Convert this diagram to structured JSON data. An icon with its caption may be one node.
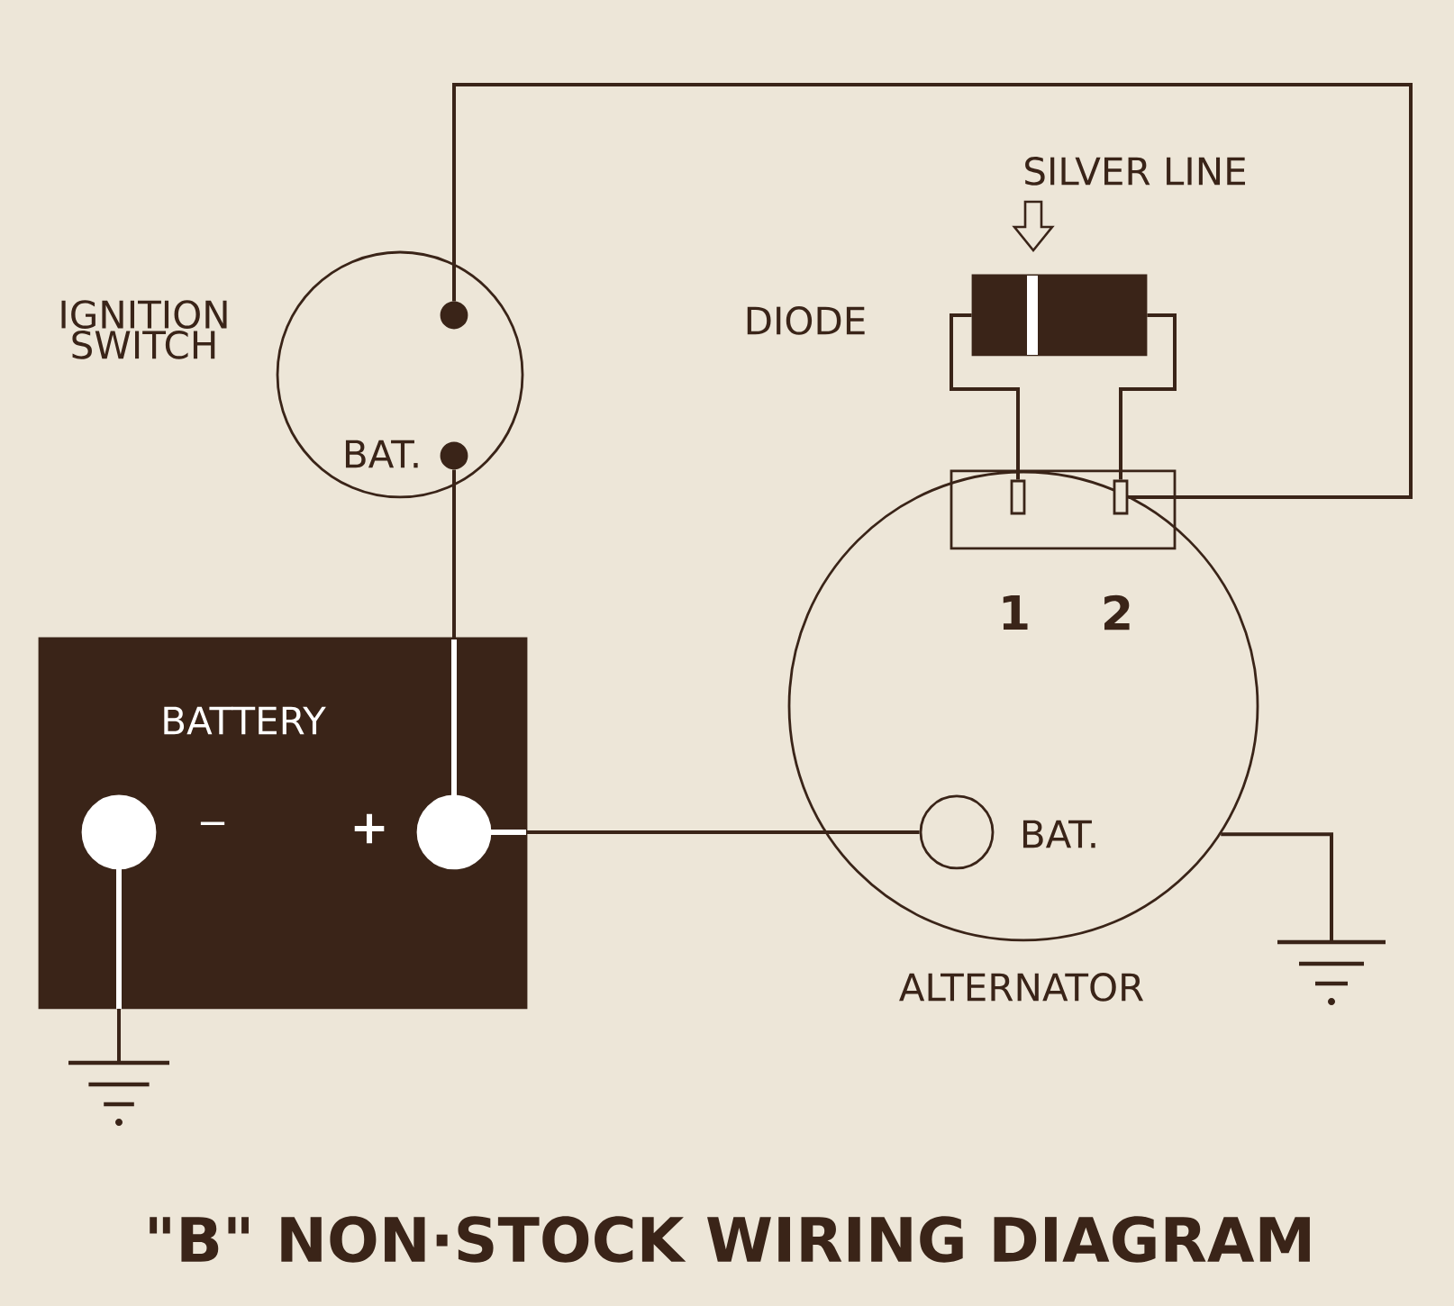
{
  "diagram": {
    "caption": "\"B\" NON·STOCK WIRING DIAGRAM",
    "nodes": [
      {
        "text": [
          "IGNITION SWITCH"
        ]
      },
      {
        "text": [],
        "shape": "circle",
        "in": 0
      },
      {
        "text": [],
        "shape": "circle",
        "in": 0,
        "beside": [
          "BAT."
        ]
      },
      {
        "text": [
          "BATTERY"
        ]
      },
      {
        "text": [],
        "shape": "circle",
        "in": 3,
        "beside": [
          "−"
        ]
      },
      {
        "text": [],
        "shape": "circle",
        "in": 3,
        "beside": [
          "+"
        ]
      },
      {
        "text": [
          "DIODE"
        ],
        "beside": [
          "SILVER LINE"
        ]
      },
      {
        "text": [
          "ALTERNATOR"
        ]
      },
      {
        "text": [],
        "shape": "box",
        "in": 7
      },
      {
        "text": [],
        "shape": "bar",
        "in": 8,
        "beside": [
          "1"
        ]
      },
      {
        "text": [],
        "shape": "bar",
        "in": 8,
        "beside": [
          "2"
        ]
      },
      {
        "text": [],
        "shape": "circle",
        "in": 7,
        "beside": [
          "BAT."
        ]
      },
      {
        "text": [],
        "shape": "ground"
      },
      {
        "text": [],
        "shape": "ground"
      }
    ],
    "edges": [
      {
        "from": 1,
        "to": 10,
        "arrow": "none"
      },
      {
        "from": 2,
        "to": 5,
        "arrow": "none"
      },
      {
        "from": 5,
        "to": 11,
        "arrow": "none"
      },
      {
        "from": 4,
        "to": 12,
        "arrow": "none"
      },
      {
        "from": 7,
        "to": 13,
        "arrow": "none"
      },
      {
        "from": 6,
        "to": 9,
        "arrow": "none"
      },
      {
        "from": 6,
        "to": 10,
        "arrow": "none"
      }
    ]
  }
}
